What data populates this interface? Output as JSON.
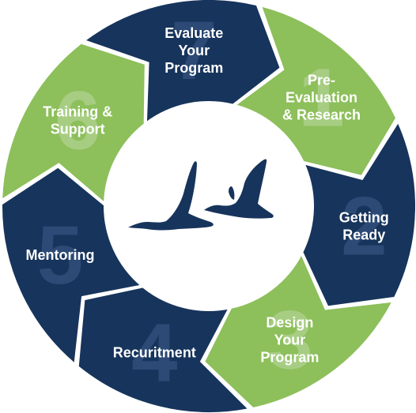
{
  "diagram": {
    "colors": {
      "navy": "#17345c",
      "green": "#8dbf5b",
      "center": "#ffffff",
      "label": "#ffffff",
      "number_on_navy": "#2c4a75",
      "number_on_green": "#a7cd83",
      "logo": "#17345c"
    },
    "center_logo": {
      "icon": "two-geese-in-flight-icon"
    },
    "steps": [
      {
        "number": "1",
        "label_lines": [
          "Pre-",
          "Evaluation",
          "& Research"
        ],
        "color": "green"
      },
      {
        "number": "2",
        "label_lines": [
          "Getting",
          "Ready"
        ],
        "color": "navy"
      },
      {
        "number": "3",
        "label_lines": [
          "Design",
          "Your",
          "Program"
        ],
        "color": "green"
      },
      {
        "number": "4",
        "label_lines": [
          "Recuritment"
        ],
        "color": "navy"
      },
      {
        "number": "5",
        "label_lines": [
          "Mentoring"
        ],
        "color": "navy"
      },
      {
        "number": "6",
        "label_lines": [
          "Training &",
          "Support"
        ],
        "color": "green"
      },
      {
        "number": "7",
        "label_lines": [
          "Evaluate",
          "Your",
          "Program"
        ],
        "color": "navy"
      }
    ]
  }
}
